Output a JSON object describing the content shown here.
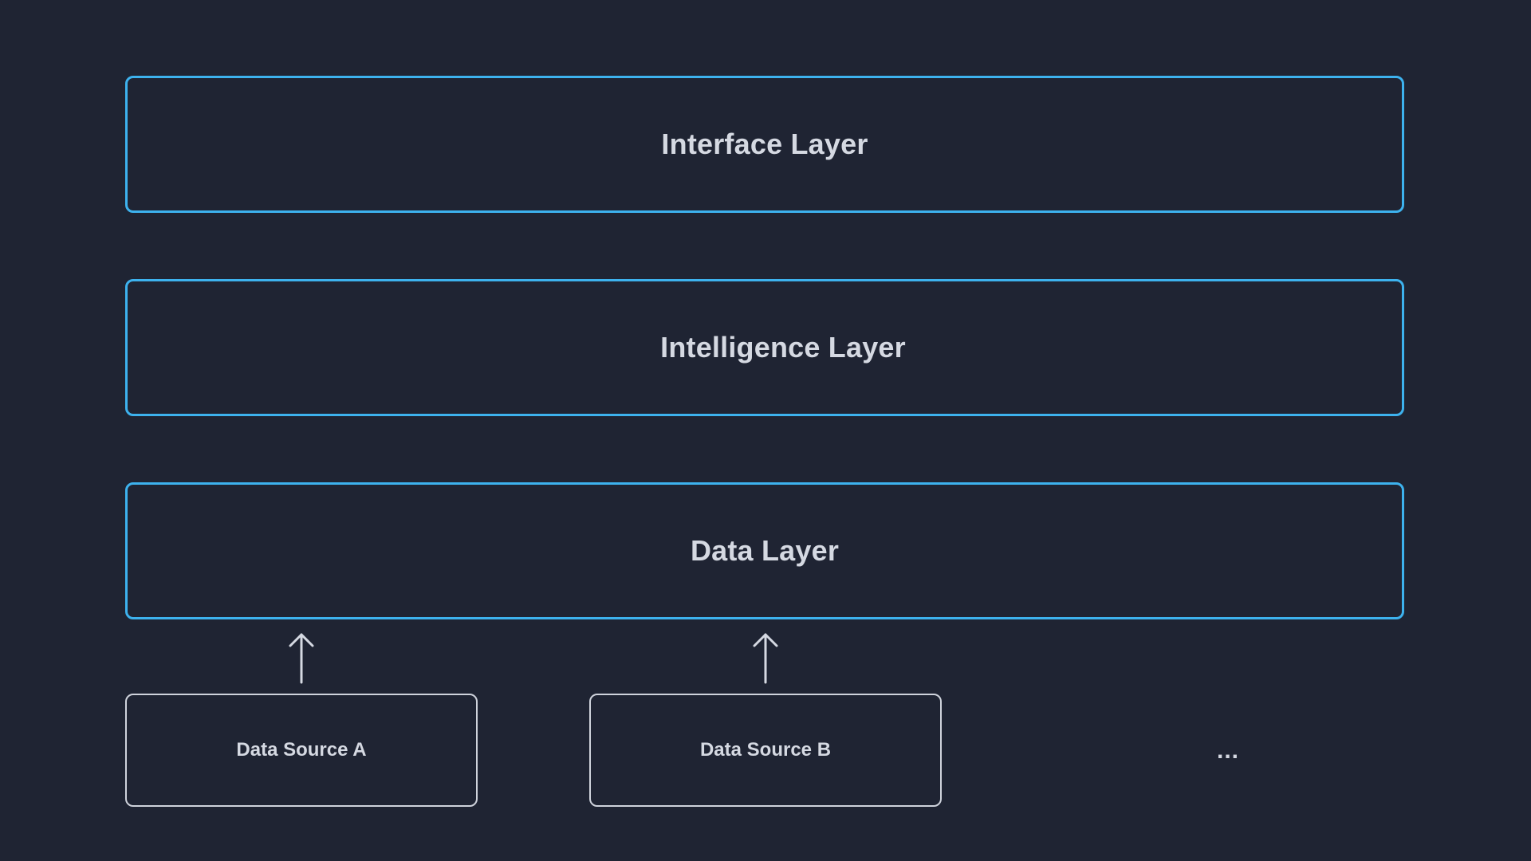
{
  "layers": {
    "interface": "Interface Layer",
    "intelligence": "Intelligence Layer",
    "data": "Data Layer"
  },
  "sources": {
    "a": "Data Source A",
    "b": "Data Source B",
    "more": "..."
  },
  "colors": {
    "background": "#1f2433",
    "layer_border": "#3db2ee",
    "source_border": "#cfd3dc",
    "text": "#d5d9e2",
    "arrow": "#d5d9e2"
  },
  "icons": {
    "arrow": "arrow-up-icon"
  }
}
